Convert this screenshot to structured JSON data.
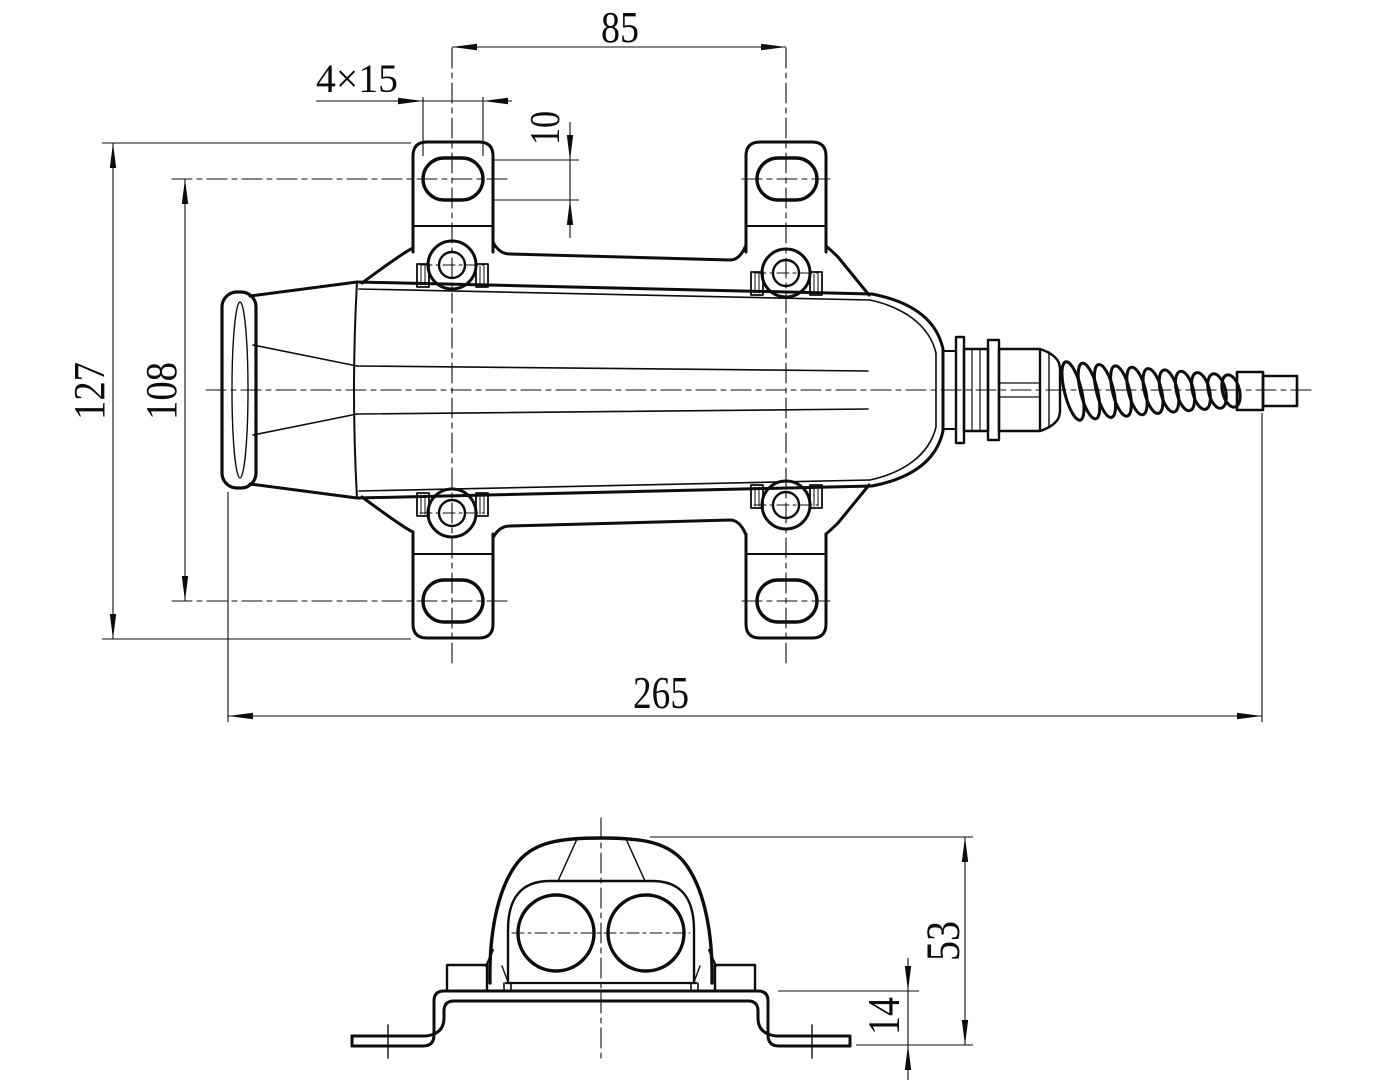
{
  "drawing": {
    "kind": "engineering-drawing",
    "part": "vibration-motor-two-view",
    "background": "#ffffff",
    "line_color": "#0d0d0d"
  },
  "dimensions": {
    "foot_center_spacing": "85",
    "slot_spec": "4×15",
    "slot_width": "10",
    "overall_height": "127",
    "slot_row_spacing": "108",
    "overall_length": "265",
    "end_view_height": "53",
    "bracket_step_height": "14"
  }
}
